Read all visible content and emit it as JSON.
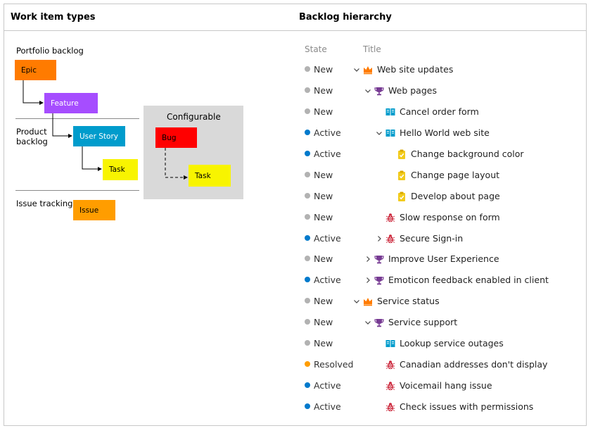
{
  "left_panel": {
    "heading": "Work item types",
    "portfolio_label": "Portfolio backlog",
    "product_label": "Product\nbacklog",
    "issue_label": "Issue tracking",
    "configurable_label": "Configurable",
    "types": {
      "epic": "Epic",
      "feature": "Feature",
      "user_story": "User Story",
      "task": "Task",
      "bug": "Bug",
      "task_configurable": "Task",
      "issue": "Issue"
    },
    "colors": {
      "epic": "#ff7b00",
      "feature": "#a64dff",
      "user_story": "#009ccc",
      "task": "#f8f400",
      "bug": "#ff0000",
      "issue": "#ff9d00",
      "configurable_bg": "#d9d9d9"
    }
  },
  "right_panel": {
    "heading": "Backlog hierarchy",
    "col_state": "State",
    "col_title": "Title",
    "state_colors": {
      "New": "#b2b2b2",
      "Active": "#007acc",
      "Resolved": "#ff9d00"
    },
    "rows": [
      {
        "state": "New",
        "title": "Web site updates",
        "level": 0,
        "icon": "crown-icon",
        "chevron": "down"
      },
      {
        "state": "New",
        "title": "Web pages",
        "level": 1,
        "icon": "trophy-icon",
        "chevron": "down"
      },
      {
        "state": "New",
        "title": "Cancel order form",
        "level": 2,
        "icon": "book-icon",
        "chevron": "none"
      },
      {
        "state": "Active",
        "title": "Hello World web site",
        "level": 2,
        "icon": "book-icon",
        "chevron": "down"
      },
      {
        "state": "Active",
        "title": "Change background color",
        "level": 3,
        "icon": "clipboard-icon",
        "chevron": "none"
      },
      {
        "state": "New",
        "title": "Change page layout",
        "level": 3,
        "icon": "clipboard-icon",
        "chevron": "none"
      },
      {
        "state": "New",
        "title": "Develop about page",
        "level": 3,
        "icon": "clipboard-icon",
        "chevron": "none"
      },
      {
        "state": "New",
        "title": "Slow response on form",
        "level": 2,
        "icon": "bug-icon",
        "chevron": "none"
      },
      {
        "state": "Active",
        "title": "Secure Sign-in",
        "level": 2,
        "icon": "bug-icon",
        "chevron": "right"
      },
      {
        "state": "New",
        "title": "Improve User Experience",
        "level": 1,
        "icon": "trophy-icon",
        "chevron": "right"
      },
      {
        "state": "Active",
        "title": "Emoticon feedback enabled in client",
        "level": 1,
        "icon": "trophy-icon",
        "chevron": "right"
      },
      {
        "state": "New",
        "title": "Service status",
        "level": 0,
        "icon": "crown-icon",
        "chevron": "down"
      },
      {
        "state": "New",
        "title": "Service support",
        "level": 1,
        "icon": "trophy-icon",
        "chevron": "down"
      },
      {
        "state": "New",
        "title": "Lookup service outages",
        "level": 2,
        "icon": "book-icon",
        "chevron": "none"
      },
      {
        "state": "Resolved",
        "title": "Canadian addresses don't display",
        "level": 2,
        "icon": "bug-icon",
        "chevron": "none"
      },
      {
        "state": "Active",
        "title": "Voicemail hang issue",
        "level": 2,
        "icon": "bug-icon",
        "chevron": "none"
      },
      {
        "state": "Active",
        "title": "Check issues with permissions",
        "level": 2,
        "icon": "bug-icon",
        "chevron": "none"
      }
    ]
  }
}
